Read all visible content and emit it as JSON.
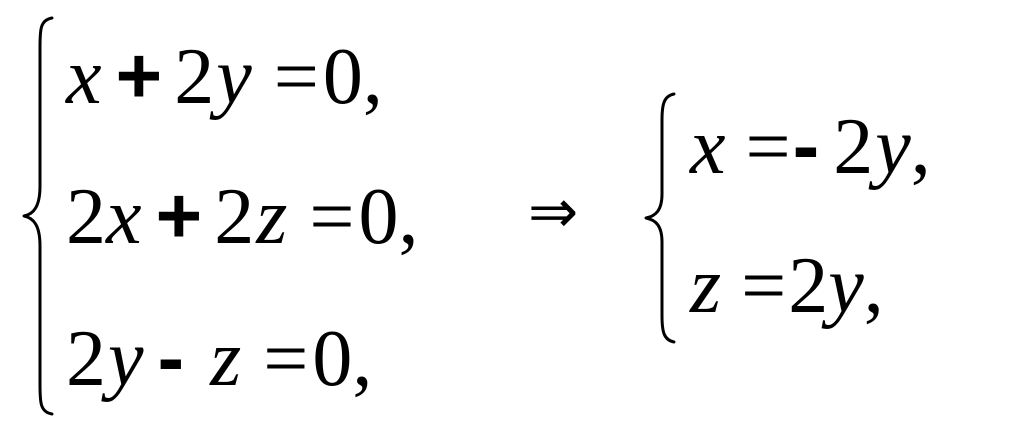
{
  "left_system": {
    "rows": [
      {
        "tokens": [
          {
            "kind": "var",
            "text": "x"
          },
          {
            "kind": "op",
            "text": "+"
          },
          {
            "kind": "num",
            "text": "2"
          },
          {
            "kind": "var",
            "text": "y"
          },
          {
            "kind": "num",
            "text": "="
          },
          {
            "kind": "num",
            "text": "0,"
          }
        ]
      },
      {
        "tokens": [
          {
            "kind": "num",
            "text": "2"
          },
          {
            "kind": "var",
            "text": "x"
          },
          {
            "kind": "op",
            "text": "+"
          },
          {
            "kind": "num",
            "text": "2"
          },
          {
            "kind": "var",
            "text": "z"
          },
          {
            "kind": "num",
            "text": "="
          },
          {
            "kind": "num",
            "text": "0,"
          }
        ]
      },
      {
        "tokens": [
          {
            "kind": "num",
            "text": "2"
          },
          {
            "kind": "var",
            "text": "y"
          },
          {
            "kind": "op",
            "text": "-"
          },
          {
            "kind": "var",
            "text": "z"
          },
          {
            "kind": "num",
            "text": "="
          },
          {
            "kind": "num",
            "text": "0,"
          }
        ]
      }
    ]
  },
  "implies_symbol": "⇒",
  "right_system": {
    "rows": [
      {
        "tokens": [
          {
            "kind": "var",
            "text": "x"
          },
          {
            "kind": "num",
            "text": "="
          },
          {
            "kind": "op",
            "text": "-"
          },
          {
            "kind": "num",
            "text": "2"
          },
          {
            "kind": "var",
            "text": "y"
          },
          {
            "kind": "num",
            "text": ","
          }
        ]
      },
      {
        "tokens": [
          {
            "kind": "var",
            "text": "z"
          },
          {
            "kind": "num",
            "text": "="
          },
          {
            "kind": "num",
            "text": "2"
          },
          {
            "kind": "var",
            "text": "y"
          },
          {
            "kind": "num",
            "text": ","
          }
        ]
      }
    ]
  }
}
